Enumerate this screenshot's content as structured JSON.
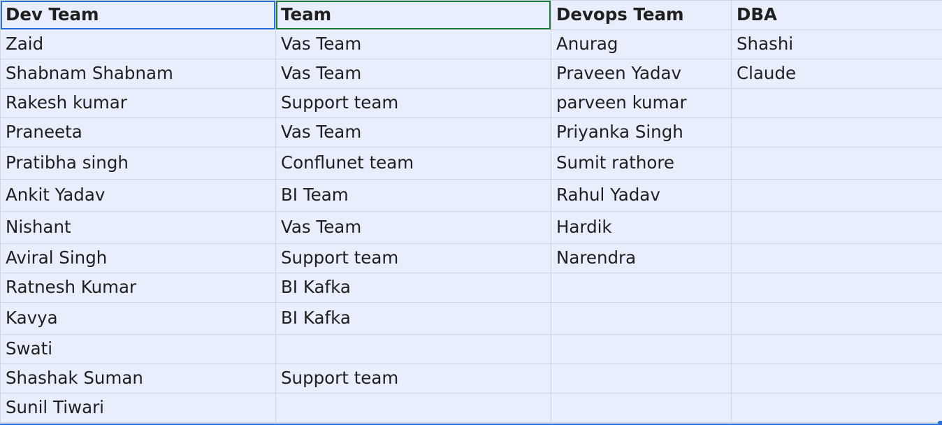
{
  "headers": [
    "Dev Team",
    "Team",
    "Devops Team",
    "DBA"
  ],
  "rows": [
    [
      "Zaid",
      "Vas Team",
      "Anurag",
      "Shashi"
    ],
    [
      "Shabnam Shabnam",
      "Vas Team",
      "Praveen Yadav",
      "Claude"
    ],
    [
      "Rakesh kumar",
      "Support team",
      "parveen kumar",
      ""
    ],
    [
      "Praneeta",
      "Vas Team",
      "Priyanka Singh",
      ""
    ],
    [
      "Pratibha singh",
      "Conflunet team",
      "Sumit rathore",
      ""
    ],
    [
      "Ankit Yadav",
      "BI Team",
      "Rahul Yadav",
      ""
    ],
    [
      "Nishant",
      "Vas Team",
      "Hardik",
      ""
    ],
    [
      "Aviral Singh",
      "Support team",
      "Narendra",
      ""
    ],
    [
      "Ratnesh Kumar",
      "BI Kafka",
      "",
      ""
    ],
    [
      "Kavya",
      "BI Kafka",
      "",
      ""
    ],
    [
      "Swati",
      "",
      "",
      ""
    ],
    [
      "Shashak Suman",
      "Support team",
      "",
      ""
    ],
    [
      "Sunil Tiwari",
      "",
      "",
      ""
    ]
  ],
  "colors": {
    "cell_background": "#e8eefb",
    "grid_line": "#cfd5e0",
    "selection_primary": "#2c6fd6",
    "selection_secondary": "#1e7d3a"
  }
}
